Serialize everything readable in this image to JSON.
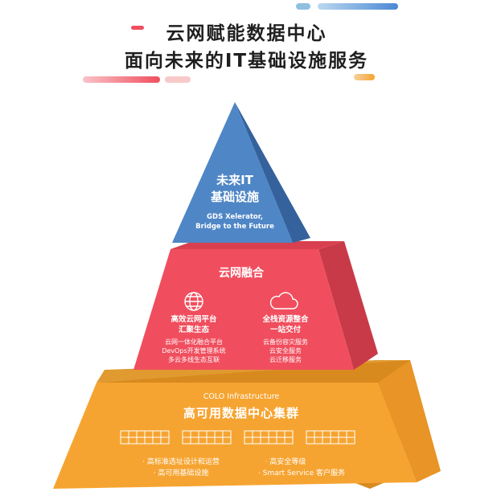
{
  "header": {
    "title_line1": "云网赋能数据中心",
    "title_line2": "面向未来的IT基础设施服务"
  },
  "top_tier": {
    "title_line1": "未来IT",
    "title_line2": "基础设施",
    "subtitle_line1": "GDS Xelerator,",
    "subtitle_line2": "Bridge to the Future"
  },
  "middle_tier": {
    "title": "云网融合",
    "left": {
      "icon": "globe-icon",
      "heading_line1": "高效云网平台",
      "heading_line2": "汇聚生态",
      "items": [
        "云网一体化融合平台",
        "DevOps开发管理系统",
        "多云多线生态互联"
      ]
    },
    "right": {
      "icon": "cloud-icon",
      "heading_line1": "全栈资源整合",
      "heading_line2": "一站交付",
      "items": [
        "云备份容灾服务",
        "云安全服务",
        "云迁移服务"
      ]
    }
  },
  "bottom_tier": {
    "subtitle": "COLO Infrastructure",
    "title": "高可用数据中心集群",
    "features": [
      "· 高标准选址设计和运营",
      "· 高安全等级",
      "· 高可用基础设施",
      "· Smart Service 客户服务"
    ]
  },
  "colors": {
    "blue": "#4f86c6",
    "blue_dark": "#35629c",
    "red": "#f04e5e",
    "red_dark": "#c93a49",
    "orange": "#f6a431",
    "orange_dark": "#d88a1e"
  }
}
